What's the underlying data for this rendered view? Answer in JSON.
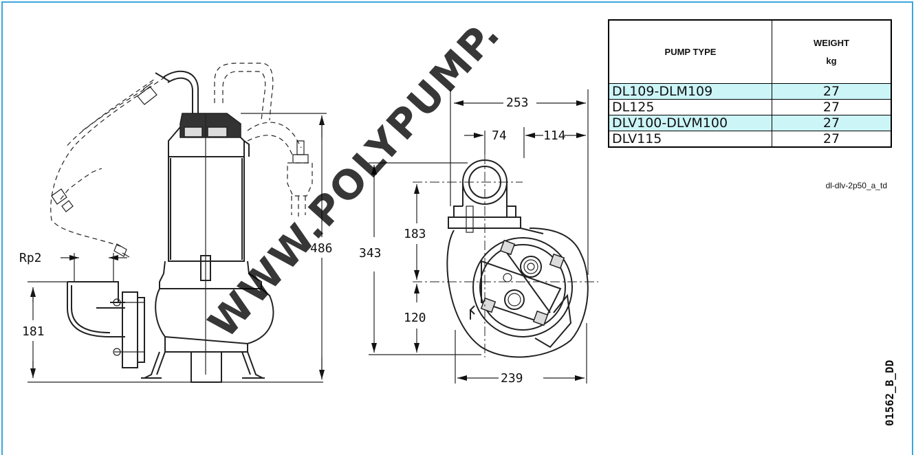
{
  "dimensions": {
    "rp": "Rp2",
    "h181": "181",
    "h486": "486",
    "h343": "343",
    "h183": "183",
    "h120": "120",
    "w253": "253",
    "w74": "74",
    "w114": "114",
    "w239": "239"
  },
  "watermark": "WWW.POLYPUMP.",
  "table": {
    "header_type": "PUMP TYPE",
    "header_weight": "WEIGHT",
    "header_unit": "kg",
    "rows": [
      {
        "name": "DL109-DLM109",
        "weight": "27"
      },
      {
        "name": "DL125",
        "weight": "27"
      },
      {
        "name": "DLV100-DLVM100",
        "weight": "27"
      },
      {
        "name": "DLV115",
        "weight": "27"
      }
    ]
  },
  "doc_code": "dl-dlv-2p50_a_td",
  "drawing_id": "01562_B_DD",
  "colors": {
    "frame_border": "#3aa5dc",
    "row_highlight": "#ccf5f8"
  }
}
